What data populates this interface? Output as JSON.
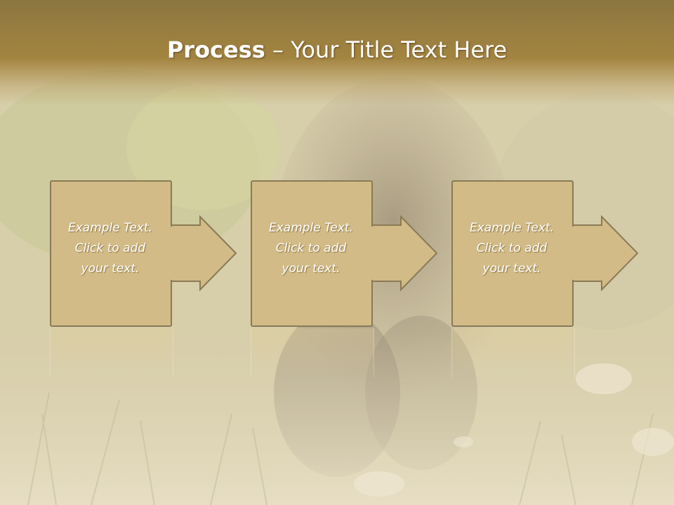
{
  "slide": {
    "title_bold": "Process",
    "title_rest": " – Your Title Text Here"
  },
  "steps": [
    {
      "text": "Example Text.\nClick  to add\nyour text."
    },
    {
      "text": "Example Text.\nClick  to add\nyour text."
    },
    {
      "text": "Example Text.\nClick  to add\nyour text."
    }
  ],
  "colors": {
    "title_band": "#a38440",
    "box_fill": "#d2bb86",
    "box_border": "#8a7a55",
    "text": "#ffffff"
  },
  "background": {
    "icon": "bear-cub-photo"
  }
}
